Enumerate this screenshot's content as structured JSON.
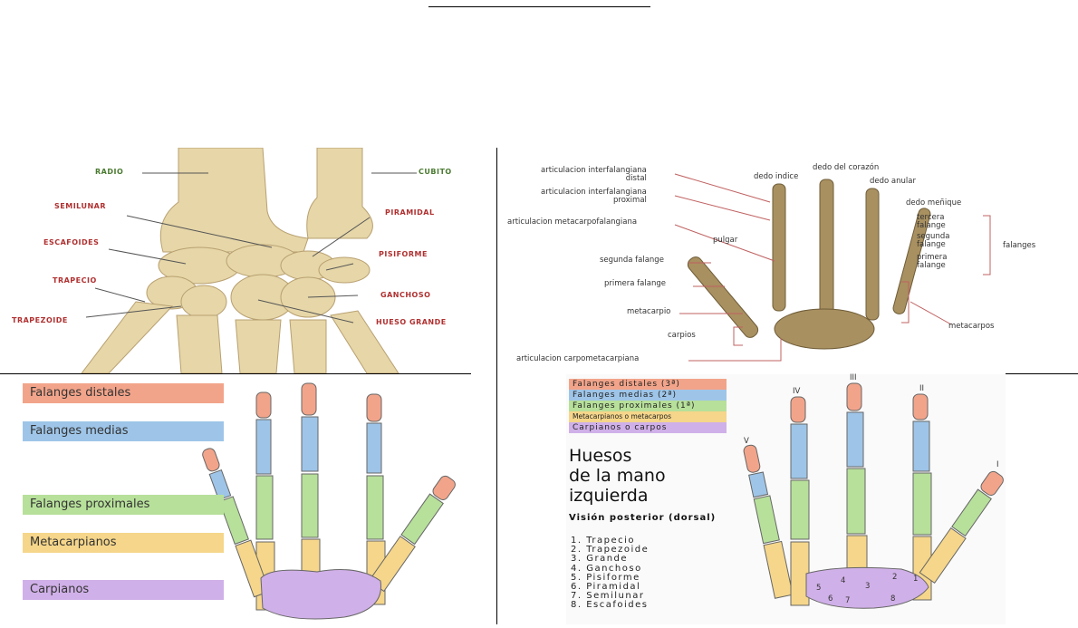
{
  "wrist_anterior": {
    "radio": "RADIO",
    "cubito": "CUBITO",
    "semilunar": "SEMILUNAR",
    "piramidal": "PIRAMIDAL",
    "escafoides": "ESCAFOIDES",
    "pisiforme": "PISIFORME",
    "trapecio": "TRAPECIO",
    "ganchoso": "GANCHOSO",
    "trapezoide": "TRAPEZOIDE",
    "hueso_grande": "HUESO GRANDE"
  },
  "hand_skeleton": {
    "art_ifd": "articulacion interfalangiana\ndistal",
    "art_ifp": "articulacion interfalangiana\nproximal",
    "art_mcf": "articulacion metacarpofalangiana",
    "pulgar": "pulgar",
    "segunda_falange": "segunda falange",
    "primera_falange": "primera falange",
    "metacarpio": "metacarpio",
    "carpios": "carpios",
    "art_cmc": "articulacion carpometacarpiana",
    "dedo_indice": "dedo indice",
    "dedo_corazon": "dedo del corazón",
    "dedo_anular": "dedo anular",
    "dedo_menique": "dedo meñique",
    "tercera": "tercera\nfalange",
    "segunda": "segunda\nfalange",
    "primera": "primera\nfalange",
    "falanges": "falanges",
    "metacarpos": "metacarpos"
  },
  "hand_colored": {
    "distales": "Falanges distales",
    "medias": "Falanges medias",
    "proximales": "Falanges proximales",
    "metacarpianos": "Metacarpianos",
    "carpianos": "Carpianos"
  },
  "hand_dorsal": {
    "legend": [
      "Falanges distales (3ª)",
      "Falanges medias (2ª)",
      "Falanges proximales (1ª)",
      "Metacarpianos o metacarpos",
      "Carpianos o carpos"
    ],
    "title1": "Huesos",
    "title2": "de la mano",
    "title3": "izquierda",
    "subtitle": "Visión posterior (dorsal)",
    "list": [
      "1. Trapecio",
      "2. Trapezoide",
      "3. Grande",
      "4. Ganchoso",
      "5. Pisiforme",
      "6. Piramidal",
      "7. Semilunar",
      "8. Escafoides"
    ],
    "fingers": [
      "V",
      "IV",
      "III",
      "II",
      "I"
    ],
    "carpal_nums": [
      "1",
      "2",
      "3",
      "4",
      "5",
      "6",
      "7",
      "8"
    ]
  },
  "colors": {
    "distal": "#f2a48a",
    "medial": "#9ec5e8",
    "proximal": "#b7e09a",
    "meta": "#f5d68a",
    "carpal": "#d0b0e8",
    "bone": "#a89060"
  }
}
